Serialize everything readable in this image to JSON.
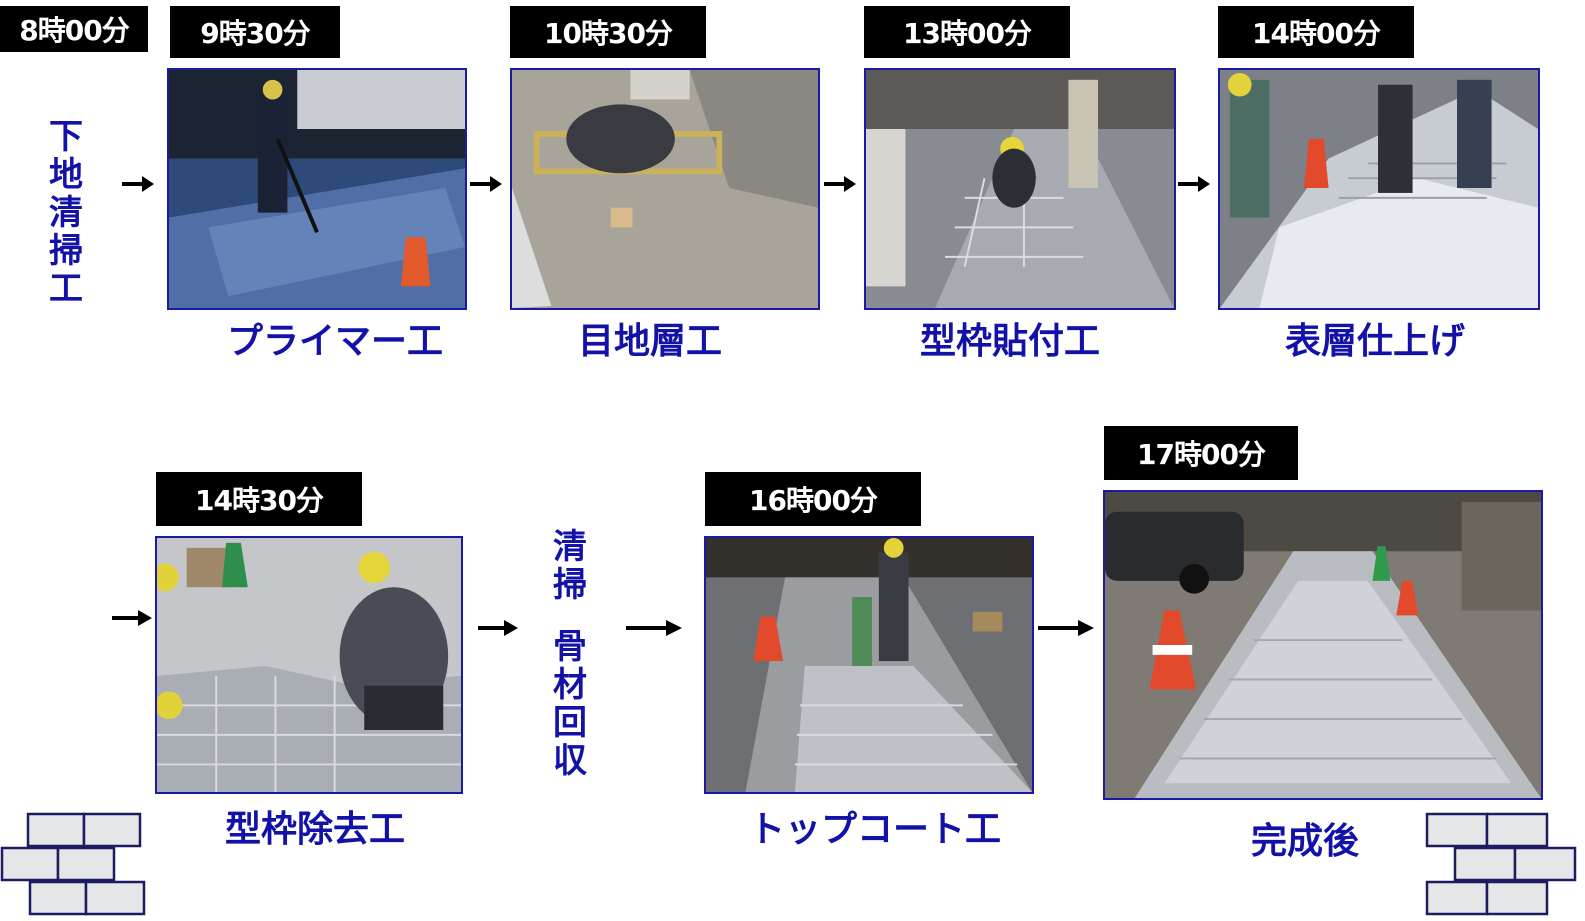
{
  "colors": {
    "caption": "#1212a8",
    "time_bg": "#000000",
    "time_text": "#ffffff",
    "frame": "#1a1aa6"
  },
  "steps": [
    {
      "time": "8時00分",
      "label": "下地清掃工"
    },
    {
      "time": "9時30分",
      "label": "プライマー工"
    },
    {
      "time": "10時30分",
      "label": "目地層工"
    },
    {
      "time": "13時00分",
      "label": "型枠貼付工"
    },
    {
      "time": "14時00分",
      "label": "表層仕上げ"
    },
    {
      "time": "14時30分",
      "label": "型枠除去工"
    },
    {
      "label_line1": "清掃",
      "label_line2": "骨材回収"
    },
    {
      "time": "16時00分",
      "label": "トップコート工"
    },
    {
      "time": "17時00分",
      "label": "完成後"
    }
  ],
  "icons": [
    "arrow-right-icon",
    "brick-wall-icon"
  ]
}
